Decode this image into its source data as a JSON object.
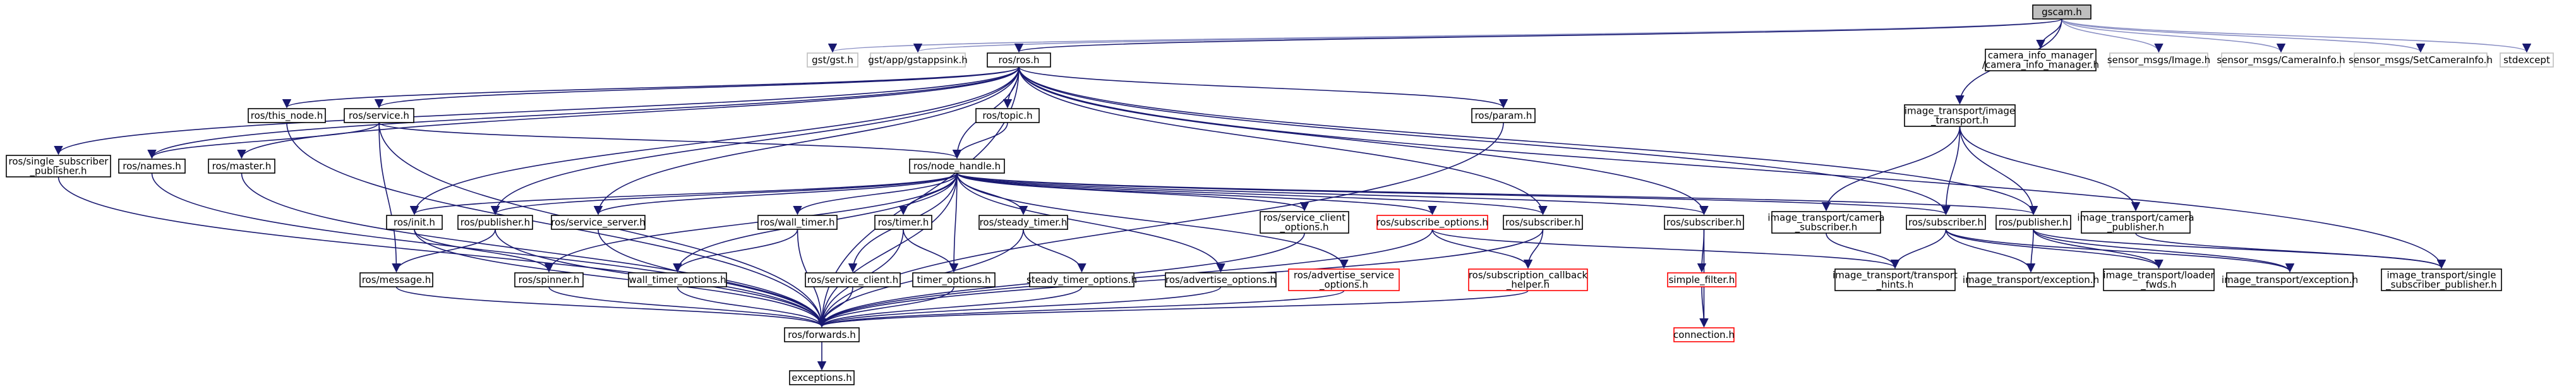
{
  "colors": {
    "root_fill": "#bfbfbf",
    "node_fill": "#ffffff",
    "node_border": "#000000",
    "grey_border": "#bfbfbf",
    "missing_border": "#ff0000",
    "edge": "#191970",
    "edge_light": "#8a8fc4"
  },
  "nodes": {
    "gscam_h": {
      "lines": [
        "gscam.h"
      ],
      "style": "root"
    },
    "gst_gst_h": {
      "lines": [
        "gst/gst.h"
      ],
      "style": "grey"
    },
    "gst_app_h": {
      "lines": [
        "gst/app/gstappsink.h"
      ],
      "style": "grey"
    },
    "ros_ros_h": {
      "lines": [
        "ros/ros.h"
      ],
      "style": "normal"
    },
    "camera_info_manager_h": {
      "lines": [
        "camera_info_manager",
        "/camera_info_manager.h"
      ],
      "style": "normal"
    },
    "sensor_image_h": {
      "lines": [
        "sensor_msgs/Image.h"
      ],
      "style": "grey"
    },
    "sensor_camerainfo_h": {
      "lines": [
        "sensor_msgs/CameraInfo.h"
      ],
      "style": "grey"
    },
    "sensor_setcamerainfo_h": {
      "lines": [
        "sensor_msgs/SetCameraInfo.h"
      ],
      "style": "grey"
    },
    "stdexcept": {
      "lines": [
        "stdexcept"
      ],
      "style": "grey"
    },
    "ros_this_node_h": {
      "lines": [
        "ros/this_node.h"
      ],
      "style": "normal"
    },
    "ros_service_h": {
      "lines": [
        "ros/service.h"
      ],
      "style": "normal"
    },
    "ros_topic_h": {
      "lines": [
        "ros/topic.h"
      ],
      "style": "normal"
    },
    "ros_param_h": {
      "lines": [
        "ros/param.h"
      ],
      "style": "normal"
    },
    "image_transport_h": {
      "lines": [
        "image_transport/image",
        "_transport.h"
      ],
      "style": "normal"
    },
    "ros_single_sub_pub_h": {
      "lines": [
        "ros/single_subscriber",
        "_publisher.h"
      ],
      "style": "normal"
    },
    "ros_names_h": {
      "lines": [
        "ros/names.h"
      ],
      "style": "normal"
    },
    "ros_master_h": {
      "lines": [
        "ros/master.h"
      ],
      "style": "normal"
    },
    "ros_node_handle_h": {
      "lines": [
        "ros/node_handle.h"
      ],
      "style": "normal"
    },
    "ros_init_h": {
      "lines": [
        "ros/init.h"
      ],
      "style": "normal"
    },
    "ros_publisher_h": {
      "lines": [
        "ros/publisher.h"
      ],
      "style": "normal"
    },
    "ros_service_server_h": {
      "lines": [
        "ros/service_server.h"
      ],
      "style": "normal"
    },
    "ros_wall_timer_h": {
      "lines": [
        "ros/wall_timer.h"
      ],
      "style": "normal"
    },
    "ros_timer_h": {
      "lines": [
        "ros/timer.h"
      ],
      "style": "normal"
    },
    "ros_steady_timer_h": {
      "lines": [
        "ros/steady_timer.h"
      ],
      "style": "normal"
    },
    "ros_service_client_options_h": {
      "lines": [
        "ros/service_client",
        "_options.h"
      ],
      "style": "normal"
    },
    "ros_subscribe_options_h": {
      "lines": [
        "ros/subscribe_options.h"
      ],
      "style": "missing"
    },
    "ros_subscriber_h_a": {
      "lines": [
        "ros/subscriber.h"
      ],
      "style": "normal"
    },
    "ros_subscriber_h_b": {
      "lines": [
        "ros/subscriber.h"
      ],
      "style": "normal"
    },
    "it_camera_subscriber_h": {
      "lines": [
        "image_transport/camera",
        "_subscriber.h"
      ],
      "style": "normal"
    },
    "it_subscriber_h": {
      "lines": [
        "ros/subscriber.h"
      ],
      "style": "normal"
    },
    "it_publisher_h": {
      "lines": [
        "ros/publisher.h"
      ],
      "style": "normal"
    },
    "it_camera_publisher_h": {
      "lines": [
        "image_transport/camera",
        "_publisher.h"
      ],
      "style": "normal"
    },
    "ros_message_h": {
      "lines": [
        "ros/message.h"
      ],
      "style": "normal"
    },
    "ros_spinner_h": {
      "lines": [
        "ros/spinner.h"
      ],
      "style": "normal"
    },
    "wall_timer_options_h": {
      "lines": [
        "wall_timer_options.h"
      ],
      "style": "normal"
    },
    "ros_service_client_h": {
      "lines": [
        "ros/service_client.h"
      ],
      "style": "normal"
    },
    "timer_options_h": {
      "lines": [
        "timer_options.h"
      ],
      "style": "normal"
    },
    "steady_timer_options_h": {
      "lines": [
        "steady_timer_options.h"
      ],
      "style": "normal"
    },
    "ros_advertise_options_h": {
      "lines": [
        "ros/advertise_options.h"
      ],
      "style": "normal"
    },
    "ros_advertise_service_options_h": {
      "lines": [
        "ros/advertise_service",
        "_options.h"
      ],
      "style": "missing"
    },
    "ros_subscription_callback_helper_h": {
      "lines": [
        "ros/subscription_callback",
        "_helper.h"
      ],
      "style": "missing"
    },
    "simple_filter_h": {
      "lines": [
        "simple_filter.h"
      ],
      "style": "missing"
    },
    "it_transport_hints_h": {
      "lines": [
        "image_transport/transport",
        "_hints.h"
      ],
      "style": "normal"
    },
    "it_exception_h_a": {
      "lines": [
        "image_transport/exception.h"
      ],
      "style": "normal"
    },
    "it_loader_fwds_h": {
      "lines": [
        "image_transport/loader",
        "_fwds.h"
      ],
      "style": "normal"
    },
    "it_exception_h_b": {
      "lines": [
        "image_transport/exception.h"
      ],
      "style": "normal"
    },
    "it_single_sub_pub_h": {
      "lines": [
        "image_transport/single",
        "_subscriber_publisher.h"
      ],
      "style": "normal"
    },
    "ros_forwards_h": {
      "lines": [
        "ros/forwards.h"
      ],
      "style": "normal"
    },
    "connection_h": {
      "lines": [
        "connection.h"
      ],
      "style": "missing"
    },
    "exceptions_h": {
      "lines": [
        "exceptions.h"
      ],
      "style": "normal"
    }
  }
}
